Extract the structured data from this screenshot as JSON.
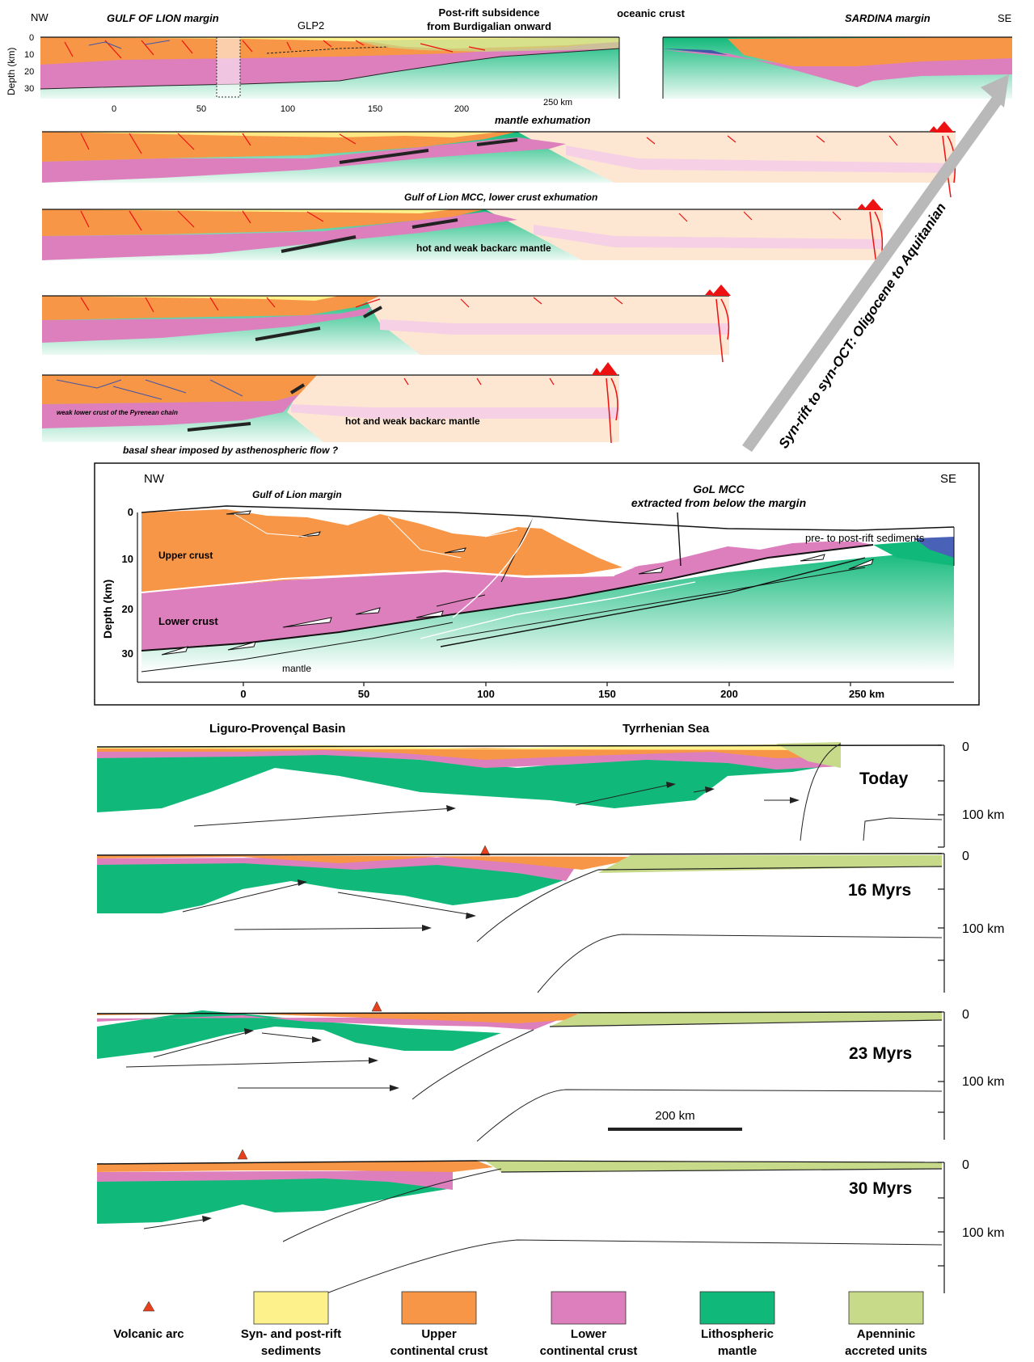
{
  "top_section": {
    "nw": "NW",
    "se": "SE",
    "gulf_title": "GULF OF LION margin",
    "glp2": "GLP2",
    "post_rift_1": "Post-rift subsidence",
    "post_rift_2": "from Burdigalian onward",
    "oceanic": "oceanic crust",
    "sardina": "SARDINA margin",
    "depth_label": "Depth (km)",
    "depth_ticks": [
      "0",
      "10",
      "20",
      "30"
    ],
    "x_ticks": [
      "0",
      "50",
      "100",
      "150",
      "200"
    ],
    "km_label": "250 km",
    "stage1_label": "mantle exhumation",
    "stage2_label": "Gulf of Lion MCC, lower crust exhumation",
    "stage2_mantle": "hot and weak backarc mantle",
    "stage4_weak": "weak lower crust of the Pyrenean chain",
    "stage4_mantle": "hot and weak backarc mantle",
    "stage4_shear": "basal shear imposed by asthenospheric flow ?",
    "big_arrow": "Syn-rift to syn-OCT: Oligocene to Aquitanian"
  },
  "middle_section": {
    "nw": "NW",
    "se": "SE",
    "gulf": "Gulf of Lion margin",
    "gol_mcc_1": "GoL MCC",
    "gol_mcc_2": "extracted from below the margin",
    "sediments": "pre- to post-rift sediments",
    "upper": "Upper crust",
    "lower": "Lower crust",
    "mantle": "mantle",
    "ylabel": "Depth (km)",
    "y_ticks": [
      "0",
      "10",
      "20",
      "30"
    ],
    "x_ticks": [
      "0",
      "50",
      "100",
      "150",
      "200",
      "250 km"
    ]
  },
  "bottom_section": {
    "liguro": "Liguro-Provençal Basin",
    "tyrrhenian": "Tyrrhenian Sea",
    "stages": [
      "Today",
      "16 Myrs",
      "23 Myrs",
      "30 Myrs"
    ],
    "depth_zero": "0",
    "depth_100": "100 km",
    "scale": "200 km"
  },
  "legend": [
    {
      "label1": "Volcanic arc",
      "label2": "",
      "color": "#e8401c"
    },
    {
      "label1": "Syn- and post-rift",
      "label2": "sediments",
      "color": "#fdf18c"
    },
    {
      "label1": "Upper",
      "label2": "continental crust",
      "color": "#f79646"
    },
    {
      "label1": "Lower",
      "label2": "continental crust",
      "color": "#de7fbd"
    },
    {
      "label1": "Lithospheric",
      "label2": "mantle",
      "color": "#10b97a"
    },
    {
      "label1": "Apenninic",
      "label2": "accreted units",
      "color": "#c6da8a"
    }
  ],
  "colors": {
    "upper_crust": "#f79646",
    "lower_crust": "#de7fbd",
    "mantle": "#10b97a",
    "sediments": "#fdf18c",
    "apennine": "#c6da8a",
    "oceanic_light": "#fde7d2",
    "oceanic_pink": "#f6d0e4",
    "arrow_grey": "#b9b9b9"
  }
}
